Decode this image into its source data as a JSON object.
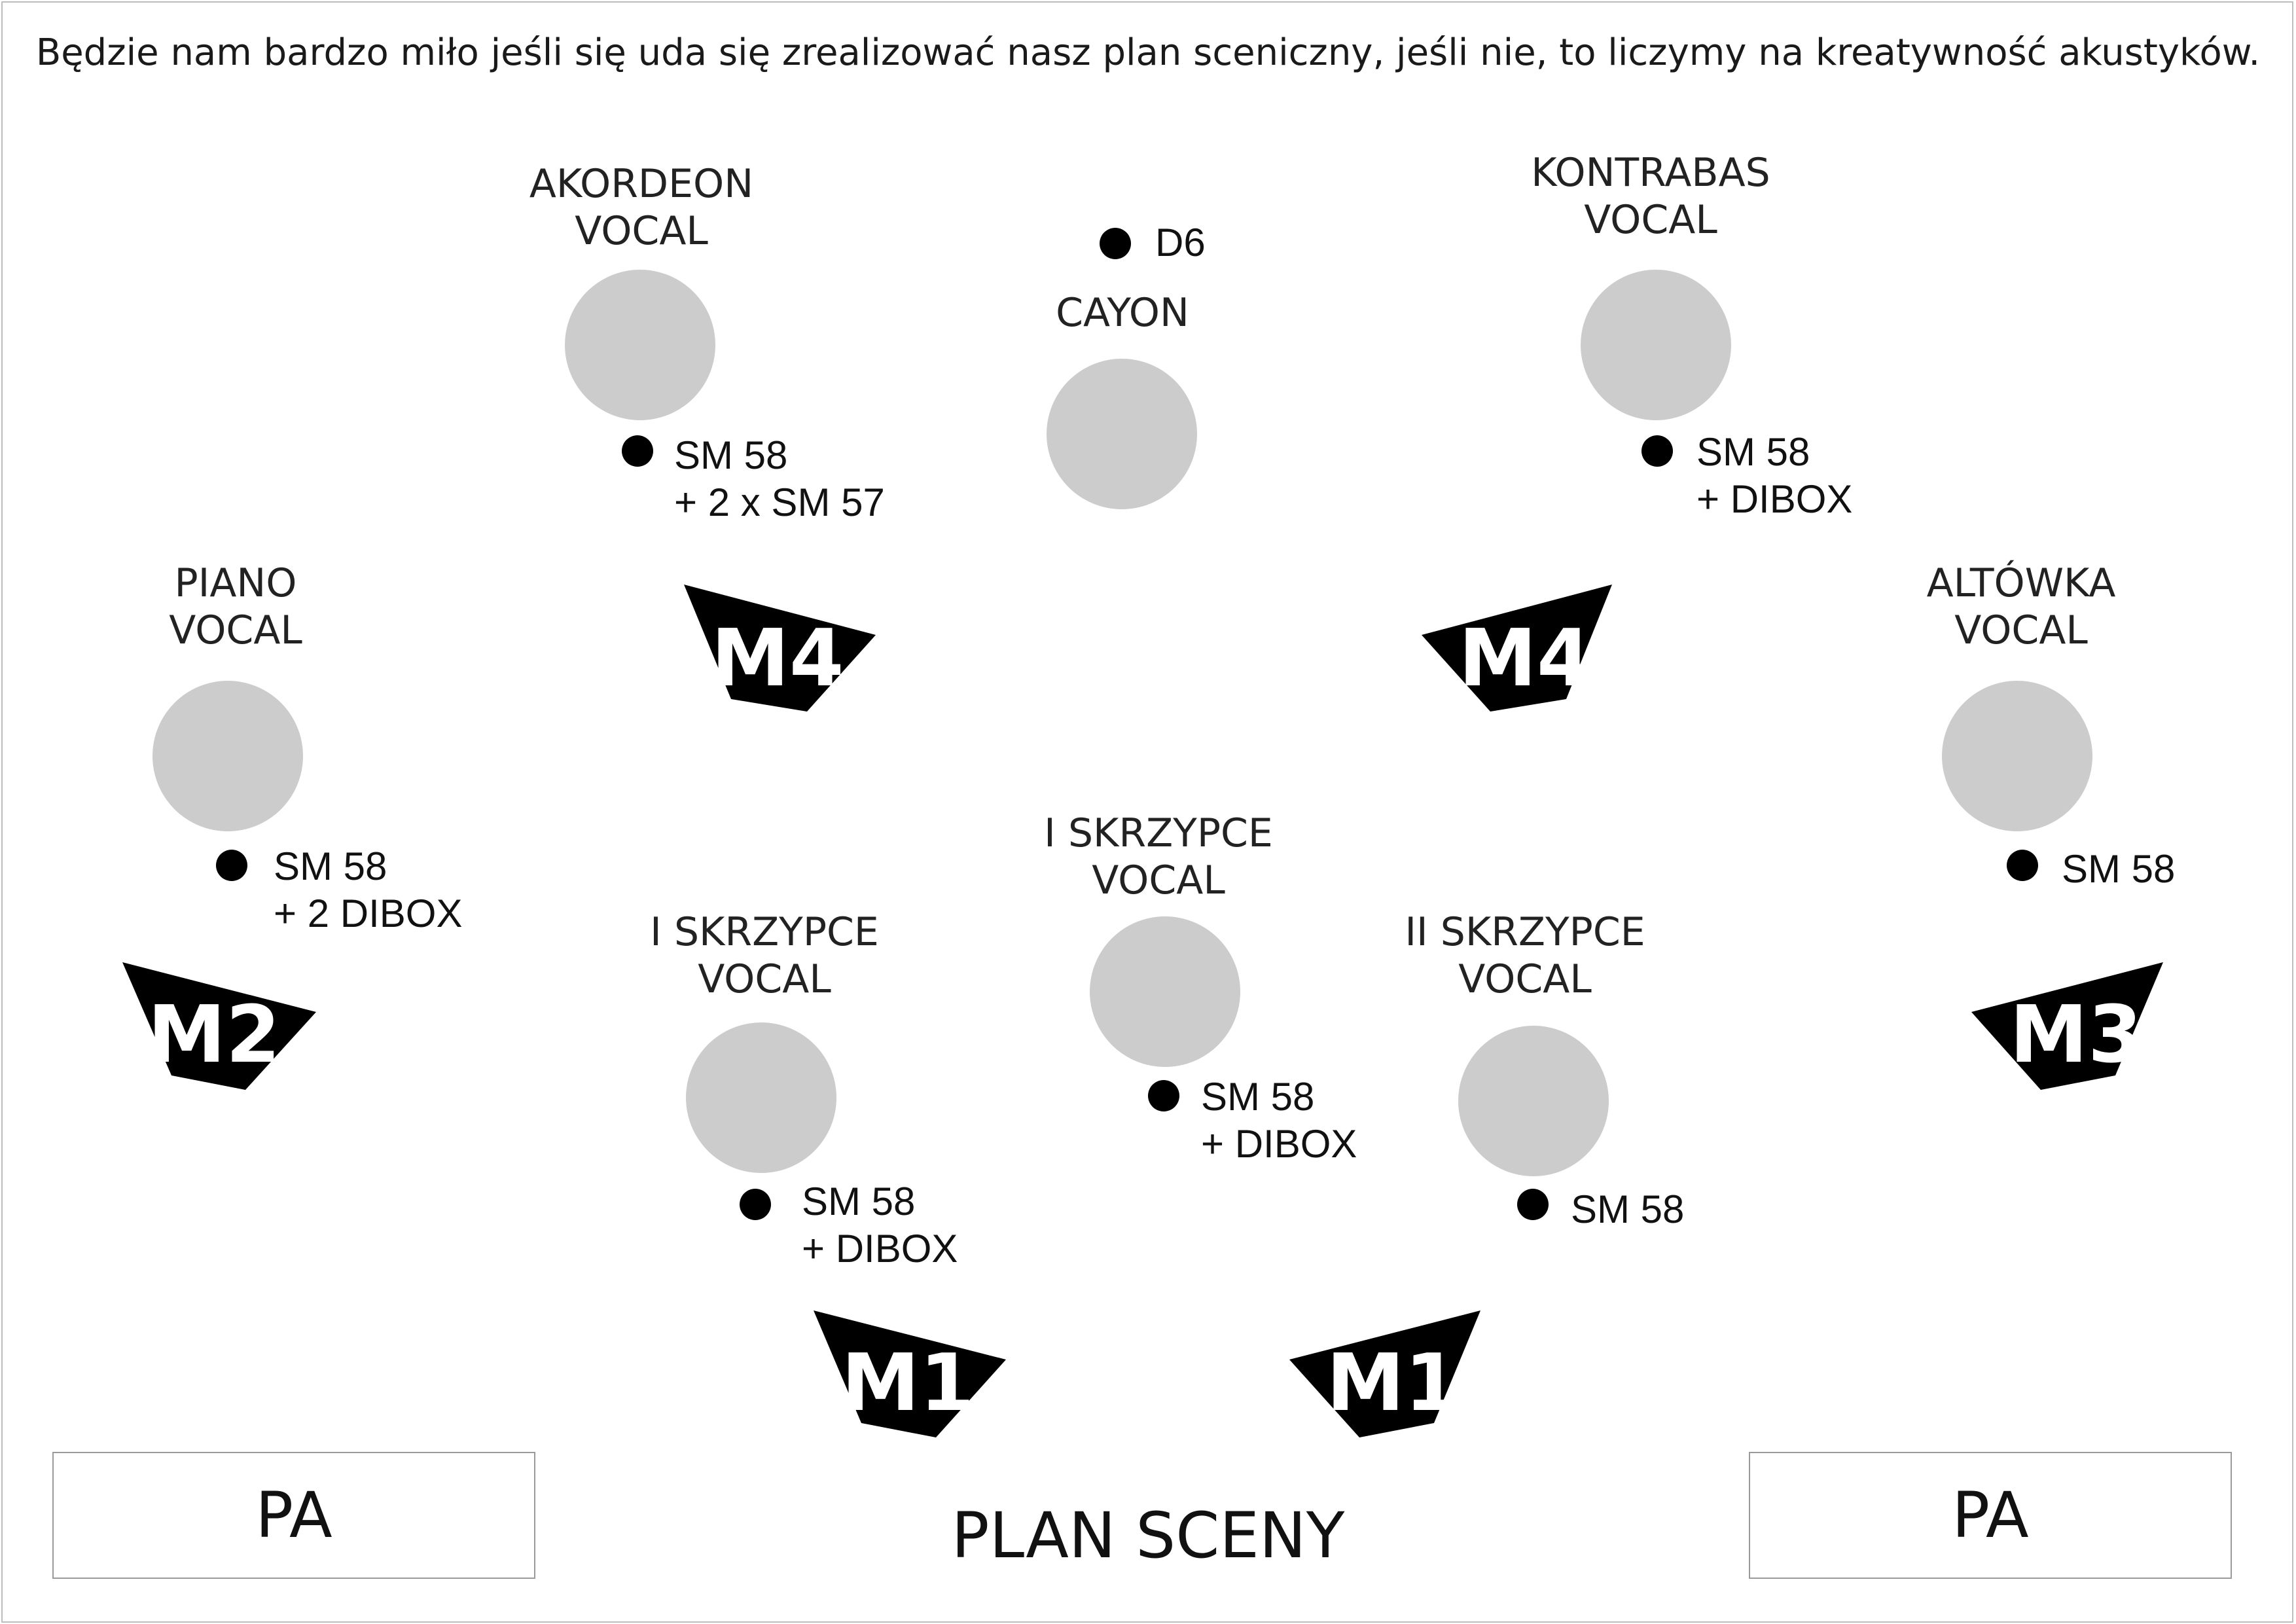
{
  "note": "Będzie nam bardzo miło jeśli się uda się zrealizować nasz plan sceniczny, jeśli nie, to liczymy na kreatywność akustyków.",
  "title": "PLAN SCENY",
  "pa": {
    "left": "PA",
    "right": "PA"
  },
  "musicians": {
    "akordeon": {
      "line1": "AKORDEON",
      "line2": "VOCAL",
      "mic1": "SM 58",
      "mic2": "+ 2 x SM 57"
    },
    "cayon": {
      "line1": "CAYON",
      "mic1": "D6"
    },
    "kontrabas": {
      "line1": "KONTRABAS",
      "line2": "VOCAL",
      "mic1": "SM 58",
      "mic2": "+ DIBOX"
    },
    "piano": {
      "line1": "PIANO",
      "line2": "VOCAL",
      "mic1": "SM 58",
      "mic2": "+ 2 DIBOX"
    },
    "altowka": {
      "line1": "ALTÓWKA",
      "line2": "VOCAL",
      "mic1": "SM 58"
    },
    "skrzypce_center": {
      "line1": "I SKRZYPCE",
      "line2": "VOCAL",
      "mic1": "SM 58",
      "mic2": "+ DIBOX"
    },
    "skrzypce_left": {
      "line1": "I SKRZYPCE",
      "line2": "VOCAL",
      "mic1": "SM 58",
      "mic2": "+ DIBOX"
    },
    "skrzypce2": {
      "line1": "II SKRZYPCE",
      "line2": "VOCAL",
      "mic1": "SM 58"
    }
  },
  "monitors": {
    "m4_left": "M4",
    "m4_right": "M4",
    "m2": "M2",
    "m3": "M3",
    "m1_left": "M1",
    "m1_right": "M1"
  },
  "colors": {
    "position_circle": "#cccccc",
    "monitor": "#000000",
    "mic_dot": "#000000"
  }
}
